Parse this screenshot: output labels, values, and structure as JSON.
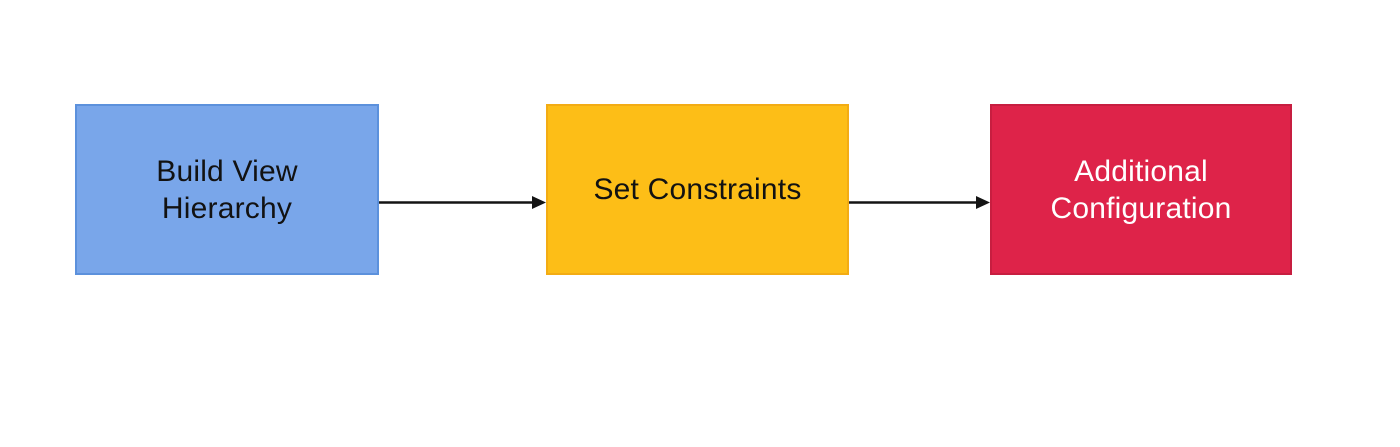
{
  "diagram": {
    "background_color": "#ffffff",
    "arrow_color": "#141414",
    "nodes": [
      {
        "id": "build-view-hierarchy",
        "label": "Build View Hierarchy",
        "lines": [
          "Build View",
          "Hierarchy"
        ],
        "fill": "#79A6EA",
        "border": "#5C91DC",
        "text_color": "#121212"
      },
      {
        "id": "set-constraints",
        "label": "Set Constraints",
        "lines": [
          "Set Constraints"
        ],
        "fill": "#FDBE17",
        "border": "#F3AC14",
        "text_color": "#121212"
      },
      {
        "id": "additional-configuration",
        "label": "Additional Configuration",
        "lines": [
          "Additional",
          "Configuration"
        ],
        "fill": "#DE2349",
        "border": "#C71E40",
        "text_color": "#FFFFFF"
      }
    ],
    "arrows": [
      {
        "from": "build-view-hierarchy",
        "to": "set-constraints"
      },
      {
        "from": "set-constraints",
        "to": "additional-configuration"
      }
    ]
  }
}
